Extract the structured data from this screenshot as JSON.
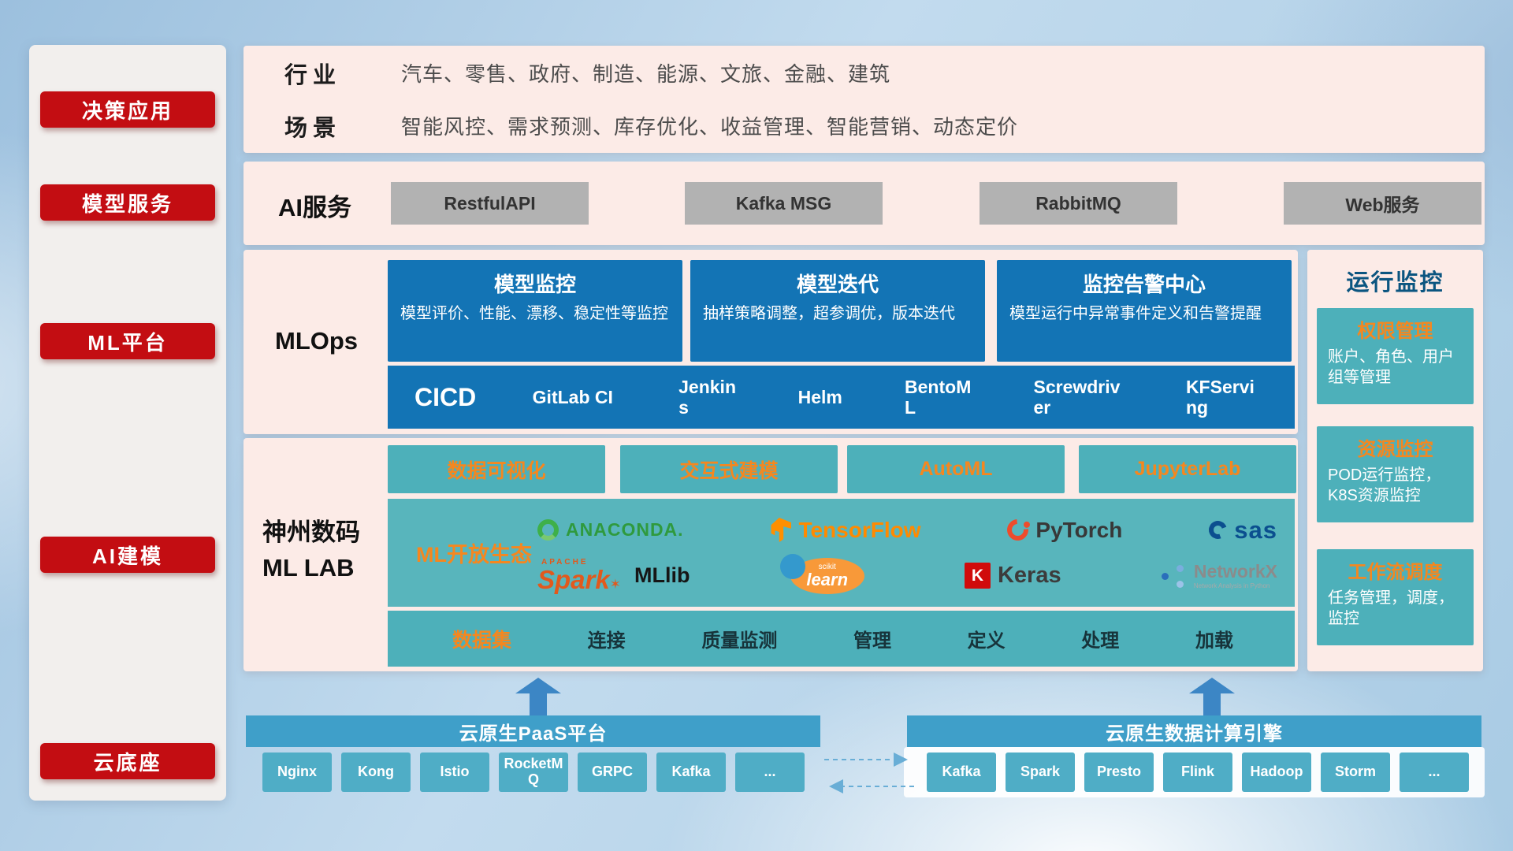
{
  "sidebar": {
    "items": [
      {
        "label": "决策应用"
      },
      {
        "label": "模型服务"
      },
      {
        "label": "ML平台"
      },
      {
        "label": "AI建模"
      },
      {
        "label": "云底座"
      }
    ]
  },
  "industry": {
    "row1_label": "行业",
    "row1_text": "汽车、零售、政府、制造、能源、文旅、金融、建筑",
    "row2_label": "场景",
    "row2_text": "智能风控、需求预测、库存优化、收益管理、智能营销、动态定价"
  },
  "ai_service": {
    "label": "AI服务",
    "buttons": [
      "RestfulAPI",
      "Kafka MSG",
      "RabbitMQ",
      "Web服务"
    ]
  },
  "mlops": {
    "label": "MLOps",
    "cards": [
      {
        "title": "模型监控",
        "desc": "模型评价、性能、漂移、稳定性等监控"
      },
      {
        "title": "模型迭代",
        "desc": "抽样策略调整，超参调优，版本迭代"
      },
      {
        "title": "监控告警中心",
        "desc": "模型运行中异常事件定义和告警提醒"
      }
    ],
    "cicd_label": "CICD",
    "cicd_tools": [
      "GitLab CI",
      "Jenkins",
      "Helm",
      "BentoML",
      "Screwdriver",
      "KFServing"
    ]
  },
  "mllab": {
    "label_line1": "神州数码",
    "label_line2": "ML LAB",
    "top_tools": [
      "数据可视化",
      "交互式建模",
      "AutoML",
      "JupyterLab"
    ],
    "eco_label": "ML开放生态",
    "logos": {
      "anaconda": "ANACONDA.",
      "tensorflow": "TensorFlow",
      "pytorch": "PyTorch",
      "sas": "sas",
      "apache": "APACHE",
      "spark": "Spark",
      "spark_star": "✶",
      "mllib": "MLlib",
      "scikit": "scikit",
      "learn": "learn",
      "keras_k": "K",
      "keras": "Keras",
      "networkx": "NetworkX",
      "networkx_sub": "Network Analysis in Python"
    },
    "dataset_label": "数据集",
    "dataset_items": [
      "连接",
      "质量监测",
      "管理",
      "定义",
      "处理",
      "加载"
    ]
  },
  "monitor": {
    "title": "运行监控",
    "cards": [
      {
        "title": "权限管理",
        "desc": "账户、角色、用户组等管理"
      },
      {
        "title": "资源监控",
        "desc": "POD运行监控，K8S资源监控"
      },
      {
        "title": "工作流调度",
        "desc": "任务管理，调度，监控"
      }
    ]
  },
  "cloud": {
    "paas_title": "云原生PaaS平台",
    "paas_items": [
      "Nginx",
      "Kong",
      "Istio",
      "RocketMQ",
      "GRPC",
      "Kafka",
      "..."
    ],
    "engine_title": "云原生数据计算引擎",
    "engine_items": [
      "Kafka",
      "Spark",
      "Presto",
      "Flink",
      "Hadoop",
      "Storm",
      "..."
    ]
  },
  "colors": {
    "red": "#c30d12",
    "blue": "#1374b5",
    "teal": "#4db0ba",
    "orange": "#f5871f",
    "bar_blue": "#3f9fc9",
    "panel_pink": "#fcebe7"
  }
}
